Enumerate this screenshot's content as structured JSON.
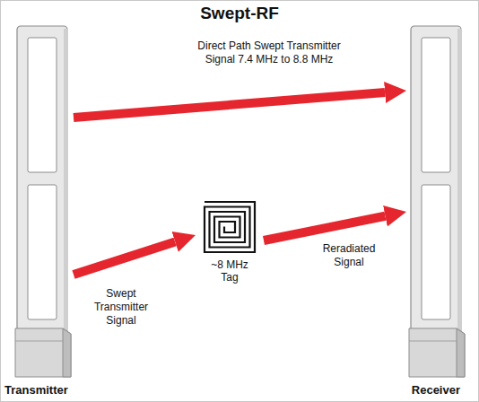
{
  "diagram": {
    "title": "Swept-RF",
    "nodes": [
      {
        "text": [
          "Transmitter"
        ]
      },
      {
        "text": [
          "~8 MHz Tag"
        ]
      },
      {
        "text": [
          "Receiver"
        ]
      }
    ],
    "edges": [
      {
        "from": 0,
        "to": 2,
        "arrow": "to",
        "label": "Direct Path Swept Transmitter Signal 7.4 MHz to 8.8 MHz"
      },
      {
        "from": 0,
        "to": 1,
        "arrow": "to",
        "label": "Swept Transmitter Signal"
      },
      {
        "from": 1,
        "to": 2,
        "arrow": "to",
        "label": "Reradiated Signal"
      }
    ]
  }
}
